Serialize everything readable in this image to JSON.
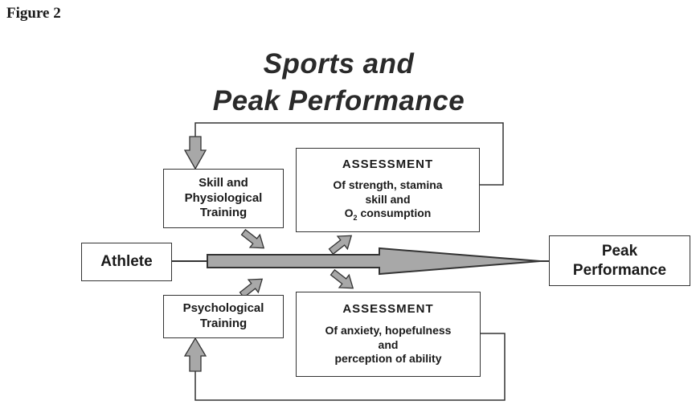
{
  "figure_label": "Figure 2",
  "title": {
    "line1": "Sports and",
    "line2": "Peak Performance"
  },
  "nodes": {
    "athlete": "Athlete",
    "skill_training": [
      "Skill and",
      "Physiological",
      "Training"
    ],
    "psychological_training": [
      "Psychological",
      "Training"
    ],
    "assessment_physical": {
      "heading": "ASSESSMENT",
      "lines": [
        "Of strength, stamina",
        "skill and"
      ],
      "o2_main": "O",
      "o2_sub": "2",
      "o2_rest": " consumption"
    },
    "assessment_psychological": {
      "heading": "ASSESSMENT",
      "lines": [
        "Of anxiety, hopefulness",
        "and",
        "perception of ability"
      ]
    },
    "peak_performance": [
      "Peak",
      "Performance"
    ]
  },
  "colors": {
    "arrow_fill": "#a8a8a8",
    "line": "#333333"
  }
}
